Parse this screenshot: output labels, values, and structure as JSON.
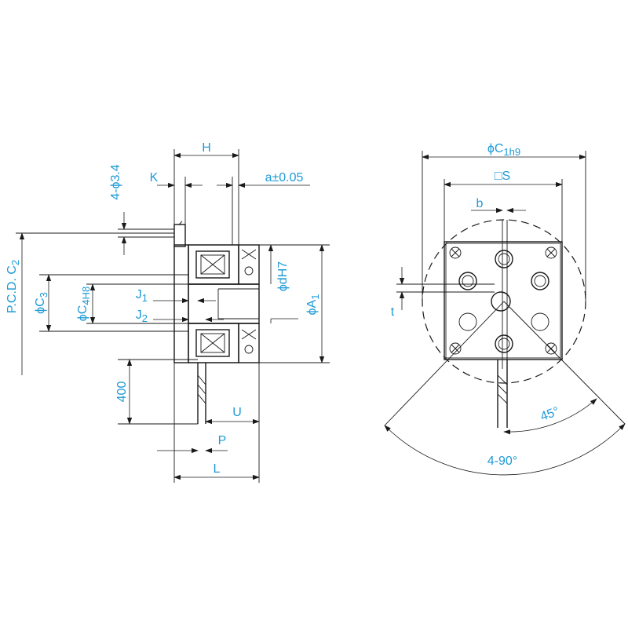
{
  "colors": {
    "dimension_text": "#1f9ad6",
    "linework": "#1a1a1a"
  },
  "side_view": {
    "H": "H",
    "K": "K",
    "a_tol": "a±0.05",
    "hole": "4-ϕ3.4",
    "pcd": "P.C.D. C",
    "pcd_sub": "2",
    "C3": "ϕC",
    "C3_sub": "3",
    "C4": "ϕC",
    "C4_sub": "4H8",
    "J1": "J",
    "J1_sub": "1",
    "J2": "J",
    "J2_sub": "2",
    "dH7": "ϕdH7",
    "A1": "ϕA",
    "A1_sub": "1",
    "lead_length": "400",
    "U": "U",
    "P": "P",
    "L": "L"
  },
  "front_view": {
    "C1": "ϕC",
    "C1_sub": "1h9",
    "S": "□S",
    "b": "b",
    "t": "t",
    "angle_45": "45°",
    "angle_90": "4-90°"
  }
}
